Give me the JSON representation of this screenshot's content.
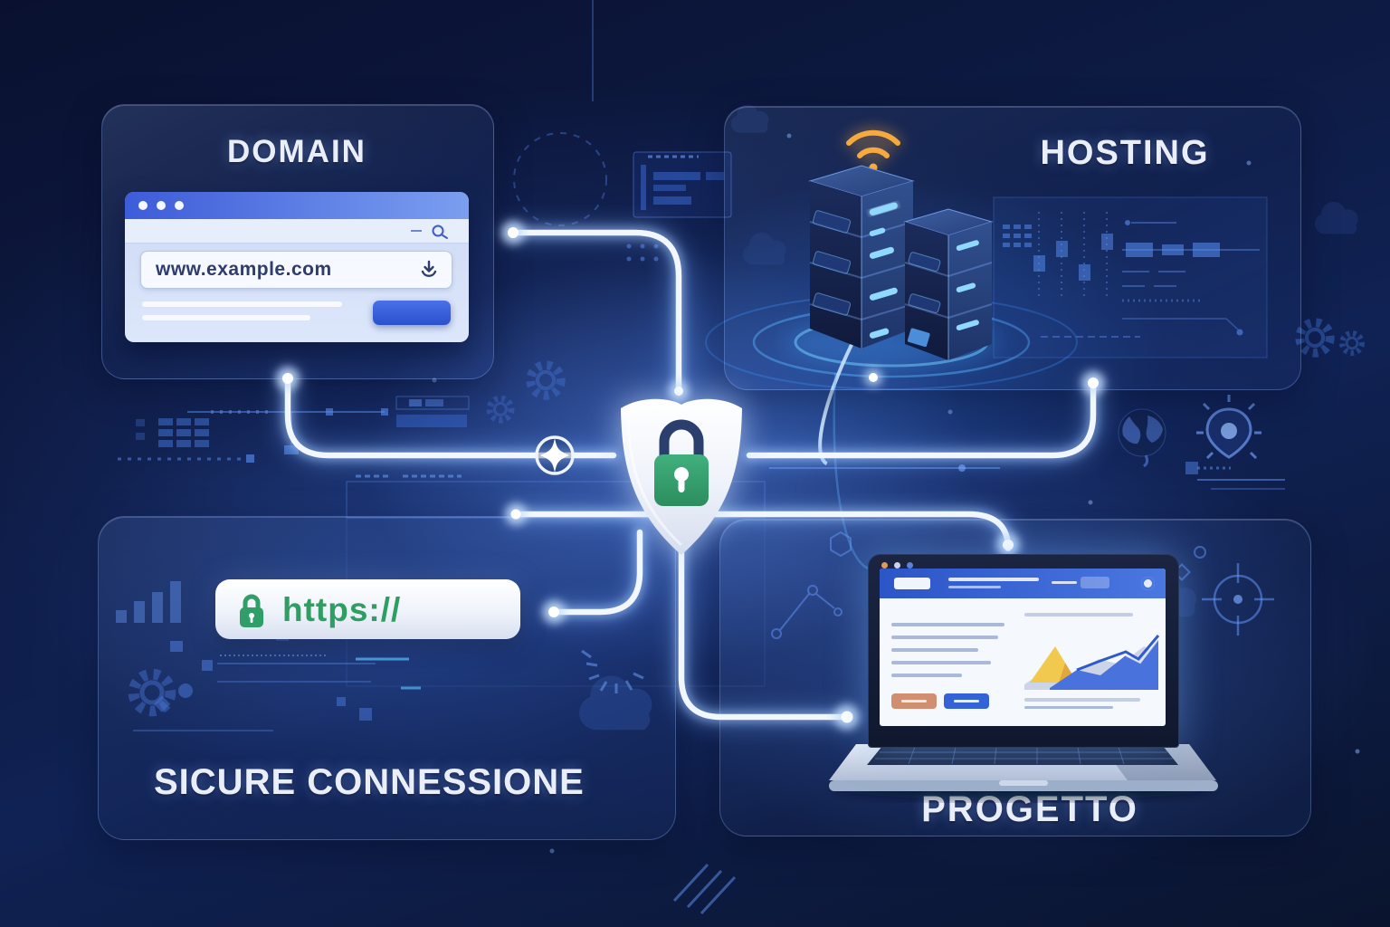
{
  "meta": {
    "kind": "hosting-infographic-illustration",
    "language": "italian"
  },
  "sections": {
    "domain": {
      "title": "DOMAIN"
    },
    "hosting": {
      "title": "HOSTING"
    },
    "secure_connection": {
      "title": "SICURE CONNESSIONE"
    },
    "project": {
      "title": "PROGETTO"
    }
  },
  "browser_mockup": {
    "url": "www.example.com"
  },
  "address_bar": {
    "protocol": "https://"
  },
  "icons": {
    "wifi-icon": "orange signal arcs above server",
    "shield-icon": "white security shield",
    "lock-icon": "green padlock with white keyhole",
    "https-lock-icon": "green padlock in address pill",
    "search-icon": "magnifier in browser toolbar",
    "download-icon": "circular arrow in url field",
    "compass-node-icon": "four-point star in circle on connection line",
    "globe-icon": "dark globe",
    "location-pin-icon": "map pin outline",
    "target-icon": "crosshair circle",
    "gear-icon": "cog outlines",
    "cloud-icon": "cloud silhouettes",
    "avatar-icon": "circle avatar in site header"
  },
  "colors": {
    "background": "#0d1b44",
    "connection_line": "#f2f7ff",
    "lock_green": "#2f9e68",
    "https_green": "#2e9e62",
    "wifi_orange": "#f2a43c",
    "button_blue": "#3a63d8",
    "button_salmon": "#cf8f70",
    "title_text": "#e9eef9"
  }
}
